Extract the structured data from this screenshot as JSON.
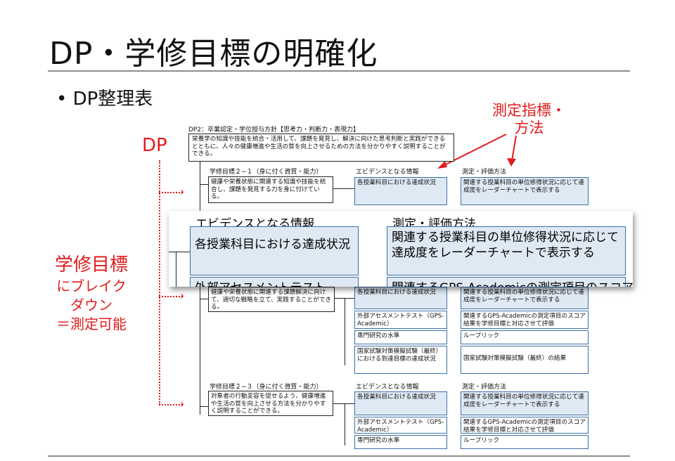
{
  "title": "DP・学修目標の明確化",
  "bullet": "• DP整理表",
  "annotations": {
    "dp": "DP",
    "measure_line1": "測定指標・",
    "measure_line2": "方法",
    "goal_line1": "学修目標",
    "goal_line2": "にブレイク",
    "goal_line3": "ダウン",
    "goal_line4": "＝測定可能"
  },
  "colors": {
    "accent": "#e21b1b",
    "cell_blue": "#dfe9f4",
    "cell_border": "#3b6fa8"
  },
  "dp2": {
    "heading": "DP2：卒業認定・学位授与方針【思考力・判断力・表現力】",
    "text": "栄養学の知識や技能を統合・活用して、課題を発見し、解決に向けた思考判断と実践ができるとともに、人々の健康増進や生活の質を向上させるための方法を分かりやすく説明することができる。"
  },
  "goal1": {
    "heading": "学修目標２−１（身に付く資質・能力）",
    "text": "健康や栄養状態に関連する知識や技能を統合し、課題を発見する力を身に付けている。",
    "evidence_header": "エビデンスとなる情報",
    "method_header": "測定・評価方法",
    "evidence": [
      "各授業科目における達成状況"
    ],
    "methods": [
      "関連する授業科目の単位修得状況に応じて達成度をレーダーチャートで表示する"
    ]
  },
  "zoom": {
    "evidence_header": "エビデンスとなる情報",
    "method_header": "測定・評価方法",
    "evidence_text": "各授業科目における達成状況",
    "method_text": "関連する授業科目の単位修得状況に応じて達成度をレーダーチャートで表示する",
    "next_evidence": "外部アセスメントテスト",
    "next_method": "関連するGPS-Academicの測定項目のスコア"
  },
  "goal2": {
    "text": "健康や栄養状態に関連する課題解決に向けて、適切な戦略を立て、実践することができる。",
    "evidence": [
      "各授業科目における達成状況",
      "外部アセスメントテスト（GPS-Academic）",
      "専門研究の水準",
      "国家試験対策模擬試験（最終）における到達目標の達成状況"
    ],
    "methods": [
      "関連する授業科目の単位修得状況に応じて達成度をレーダーチャートで表示する",
      "関連するGPS-Academicの測定項目のスコア結果を学修目標と対応させて評価",
      "ルーブリック",
      "国家試験対策模擬試験（最終）の結果"
    ]
  },
  "goal3": {
    "heading": "学修目標２−３（身に付く資質・能力）",
    "text": "対象者の行動変容を促せるよう、健康増進や生活の質を向上させる方法を分かりやすく説明することができる。",
    "evidence_header": "エビデンスとなる情報",
    "method_header": "測定・評価方法",
    "evidence": [
      "各授業科目における達成状況",
      "外部アセスメントテスト（GPS-Academic）",
      "専門研究の水準"
    ],
    "methods": [
      "関連する授業科目の単位修得状況に応じて達成度をレーダーチャートで表示する",
      "関連するGPS-Academicの測定項目のスコア結果を学修目標と対応させて評価",
      "ルーブリック"
    ]
  }
}
